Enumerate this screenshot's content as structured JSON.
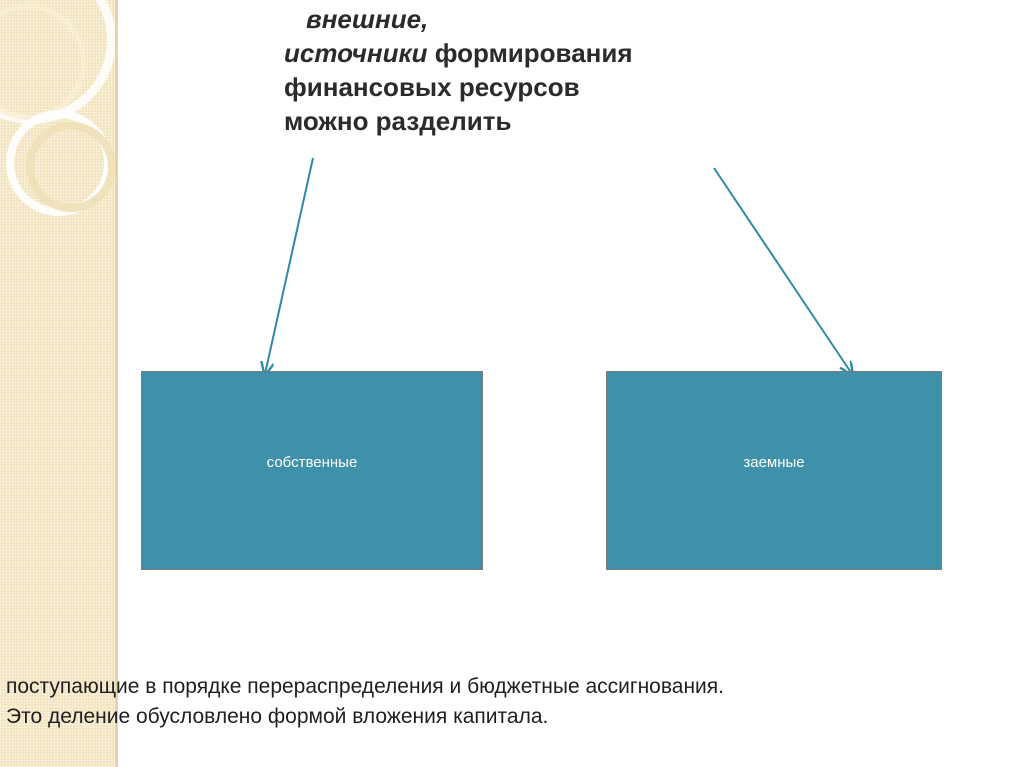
{
  "slide": {
    "title": {
      "line1": "внешние,",
      "line2_em": "источники",
      "line2_rest": " формирования",
      "line3": "финансовых ресурсов",
      "line4": "можно разделить"
    },
    "boxes": [
      {
        "label": "собственные",
        "color": "#3e91a8"
      },
      {
        "label": "заемные",
        "color": "#3e91a8"
      }
    ],
    "arrows": {
      "color": "#2e8ba5",
      "left_label": "arrow-to-own-sources",
      "right_label": "arrow-to-borrowed-sources"
    },
    "bottom": {
      "line1": "поступающие в порядке перераспределения и бюджетные ассигнования.",
      "line2": "Это деление обусловлено формой вложения капитала."
    },
    "decor": {
      "band_color": "#f2e3bd",
      "ring_color": "#ffffff"
    }
  }
}
